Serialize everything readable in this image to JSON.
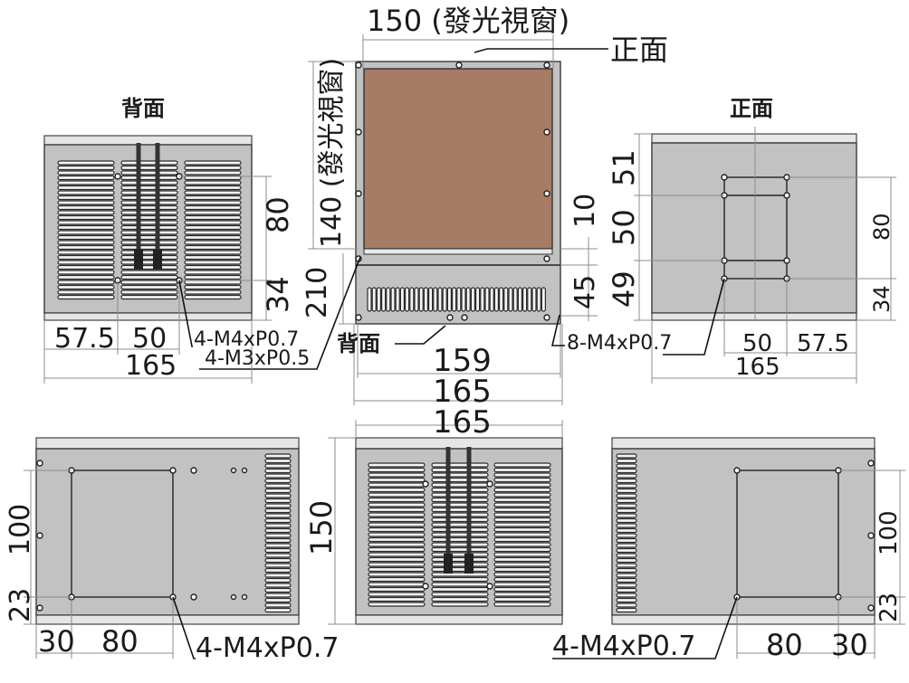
{
  "views": {
    "back": {
      "title": "背面"
    },
    "front": {
      "title": "正面"
    }
  },
  "top_view": {
    "window_width": "150 (發光視窗)",
    "window_height": "140 (發光視窗)",
    "front_label": "正面",
    "back_label": "背面",
    "width_159": "159",
    "width_165": "165",
    "height_210": "210",
    "dim_10": "10",
    "dim_45": "45",
    "note_m4": "8-M4xP0.7"
  },
  "back_view": {
    "dim_80": "80",
    "dim_34": "34",
    "dim_57_5": "57.5",
    "dim_50": "50",
    "dim_165": "165",
    "note_m4": "4-M4xP0.7",
    "note_m3": "4-M3xP0.5"
  },
  "front_view": {
    "dim_51": "51",
    "dim_50v": "50",
    "dim_49": "49",
    "dim_80": "80",
    "dim_34": "34",
    "dim_50h": "50",
    "dim_57_5": "57.5",
    "dim_165": "165"
  },
  "left_side": {
    "dim_100": "100",
    "dim_23": "23",
    "dim_30": "30",
    "dim_80": "80",
    "note_m4": "4-M4xP0.7"
  },
  "bottom_view": {
    "dim_165": "165",
    "dim_150": "150"
  },
  "right_side": {
    "dim_100": "100",
    "dim_23": "23",
    "dim_80": "80",
    "dim_30": "30",
    "note_m4": "4-M4xP0.7"
  },
  "colors": {
    "window": "#a67c64",
    "body": "#c2c2c2",
    "slot": "#f4f4f4"
  }
}
